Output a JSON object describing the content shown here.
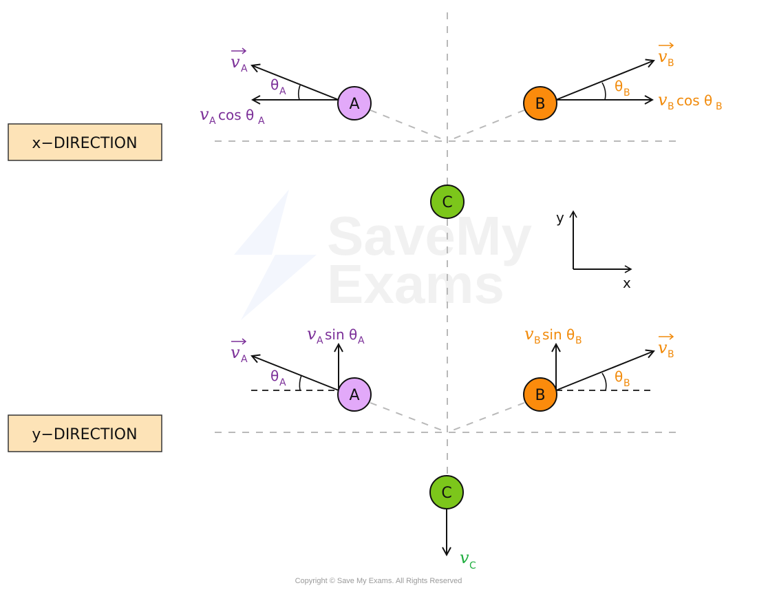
{
  "colors": {
    "A_fill": "#e2a9f9",
    "B_fill": "#fb8b0c",
    "C_fill": "#7cc61b",
    "A_label": "#7b2f98",
    "B_label": "#f18a0a",
    "C_label": "#1fae3f",
    "box_fill": "#fde3b7",
    "dash": "#b9b9b9"
  },
  "watermark": {
    "line1": "SaveMy",
    "line2": "Exams"
  },
  "axes_key": {
    "x": "x",
    "y": "y"
  },
  "copyright": "Copyright © Save My Exams. All Rights Reserved",
  "panels": [
    {
      "title": "x−DIRECTION",
      "particles": {
        "A": "A",
        "B": "B",
        "C": "C"
      },
      "labels": {
        "vA": "v",
        "vA_sub": "A",
        "thetaA": "θ",
        "thetaA_sub": "A",
        "compA": "v",
        "compA_sub": "A",
        "compA_fn": "cos θ",
        "compA_fn_sub": "A",
        "vB": "v",
        "vB_sub": "B",
        "thetaB": "θ",
        "thetaB_sub": "B",
        "compB": "v",
        "compB_sub": "B",
        "compB_fn": "cos θ",
        "compB_fn_sub": "B"
      }
    },
    {
      "title": "y−DIRECTION",
      "particles": {
        "A": "A",
        "B": "B",
        "C": "C"
      },
      "labels": {
        "vA": "v",
        "vA_sub": "A",
        "thetaA": "θ",
        "thetaA_sub": "A",
        "compA": "v",
        "compA_sub": "A",
        "compA_fn": "sin θ",
        "compA_fn_sub": "A",
        "vB": "v",
        "vB_sub": "B",
        "thetaB": "θ",
        "thetaB_sub": "B",
        "compB": "v",
        "compB_sub": "B",
        "compB_fn": "sin θ",
        "compB_fn_sub": "B",
        "vC": "v",
        "vC_sub": "C"
      }
    }
  ]
}
